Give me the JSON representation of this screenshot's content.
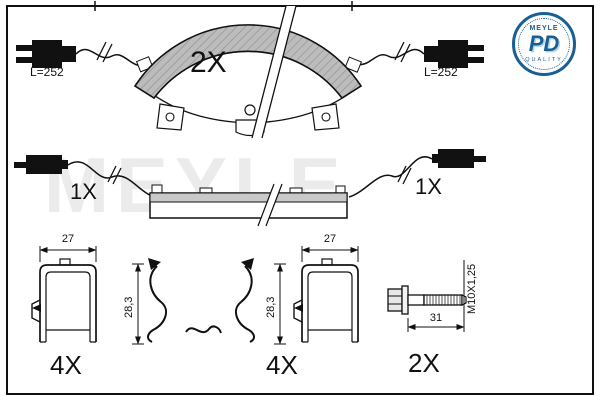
{
  "watermark": "MEYLE",
  "logo": {
    "brand": "MEYLE",
    "name": "PD",
    "quality": "QUALITY"
  },
  "colors": {
    "logo_blue": "#1a5f93",
    "friction_gray": "#bcbcbc",
    "line": "#111111"
  },
  "top": {
    "left_wire_label": "L=252",
    "right_wire_label": "L=252",
    "pad_quantity": "2X"
  },
  "middle": {
    "left_quantity": "1X",
    "right_quantity": "1X"
  },
  "bottom": {
    "clip_left": {
      "width": "27",
      "quantity": "4X"
    },
    "clip_right": {
      "width": "27",
      "quantity": "4X"
    },
    "spring_height_left": "28,3",
    "spring_height_right": "28,3",
    "bolt": {
      "thread": "M10X1,25",
      "length": "31",
      "quantity": "2X"
    }
  }
}
